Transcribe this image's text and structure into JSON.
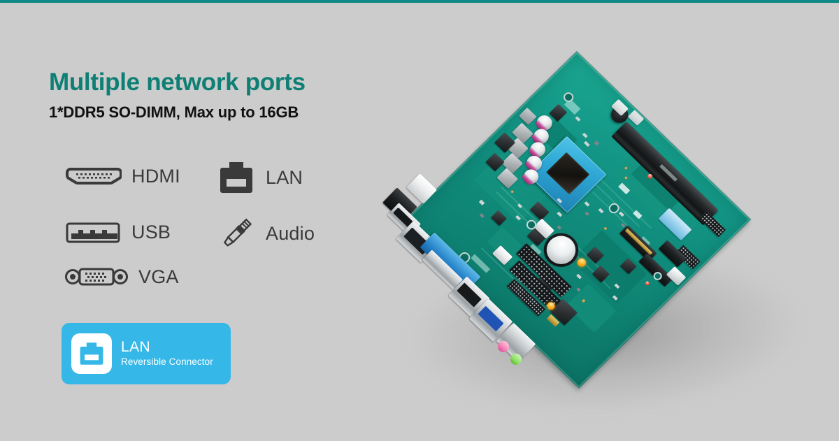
{
  "page": {
    "background_color": "#cccccc",
    "accent_bar_color": "#0d8a86"
  },
  "headline": {
    "title": "Multiple network ports",
    "title_color": "#0d7f74",
    "subtitle": "1*DDR5 SO-DIMM, Max up to 16GB",
    "subtitle_color": "#111111"
  },
  "ports": [
    {
      "label": "HDMI",
      "icon": "hdmi-port-icon"
    },
    {
      "label": "LAN",
      "icon": "lan-port-icon"
    },
    {
      "label": "USB",
      "icon": "usb-port-icon"
    },
    {
      "label": "Audio",
      "icon": "audio-jack-icon"
    },
    {
      "label": "VGA",
      "icon": "vga-port-icon"
    }
  ],
  "lan_badge": {
    "title": "LAN",
    "subtitle": "Reversible Connector",
    "background_color": "#35b8e8",
    "icon": "lan-port-icon",
    "icon_tile_color": "#ffffff"
  },
  "product": {
    "name": "Mini-ITX motherboard",
    "pcb_color": "#139585",
    "components": [
      "SO-DIMM memory slot",
      "SoC processor",
      "coin cell battery",
      "M.2 slot",
      "HDMI port",
      "RJ45 LAN port",
      "VGA port",
      "USB 2.0 ports",
      "USB 3.0 ports",
      "audio jacks",
      "pin headers",
      "power connector",
      "buzzer"
    ]
  }
}
